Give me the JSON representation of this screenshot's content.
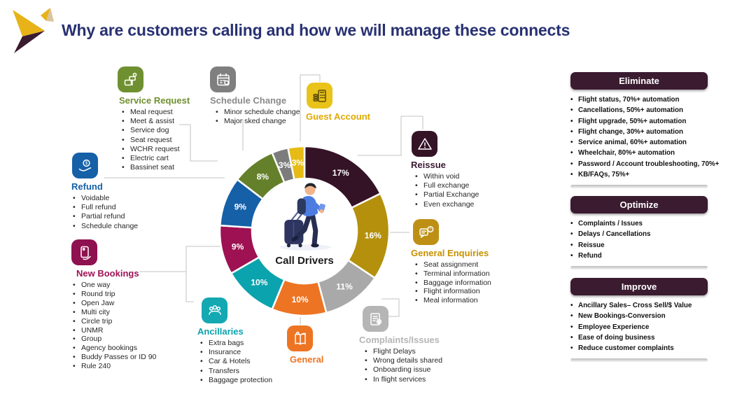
{
  "slide": {
    "title": "Why are customers calling and how we will manage these connects"
  },
  "ui": {
    "title_color": "#283172",
    "panel_header_bg": "#3a1b30",
    "connector_gray": "#cfcfcf"
  },
  "brand": {
    "gold": "#e7b319",
    "plum": "#3a1b30",
    "tan": "#d9c49c"
  },
  "donut": {
    "center_label": "Call Drivers"
  },
  "chart_data": {
    "type": "pie",
    "subtype": "donut",
    "title": "Call Drivers",
    "unit": "%",
    "legend_position": "around",
    "slices": [
      {
        "label": "Reissue",
        "value": 17,
        "color": "#351327"
      },
      {
        "label": "General Enquiries",
        "value": 16,
        "color": "#b4900d"
      },
      {
        "label": "Complaints/Issues",
        "value": 11,
        "color": "#a9a9a9"
      },
      {
        "label": "General",
        "value": 10,
        "color": "#ed7423"
      },
      {
        "label": "Ancillaries",
        "value": 10,
        "color": "#0ba3ad"
      },
      {
        "label": "New Bookings",
        "value": 9,
        "color": "#9e1152"
      },
      {
        "label": "Refund",
        "value": 9,
        "color": "#1660a8"
      },
      {
        "label": "Service Request",
        "value": 8,
        "color": "#64802a"
      },
      {
        "label": "Schedule Change",
        "value": 3,
        "color": "#7c7c7c"
      },
      {
        "label": "Guest Account",
        "value": 3,
        "color": "#e6bb15"
      }
    ]
  },
  "categories": {
    "service_request": {
      "label": "Service Request",
      "color": "#6f9030",
      "tile": "#6f9030",
      "items": [
        "Meal request",
        "Meet & assist",
        "Service dog",
        "Seat request",
        "WCHR request",
        "Electric cart",
        "Bassinet seat"
      ]
    },
    "schedule_change": {
      "label": "Schedule Change",
      "color": "#8a8a8a",
      "tile": "#7f7f7f",
      "items": [
        "Minor schedule change",
        "Major sked change"
      ]
    },
    "guest_account": {
      "label": "Guest Account",
      "color": "#e0a900",
      "tile": "#e9c319",
      "items": []
    },
    "reissue": {
      "label": "Reissue",
      "color": "#3a1b33",
      "tile": "#351327",
      "items": [
        "Within void",
        "Full exchange",
        "Partial Exchange",
        "Even exchange"
      ]
    },
    "general_enquiries": {
      "label": "General Enquiries",
      "color": "#c79100",
      "tile": "#bd9015",
      "items": [
        "Seat assignment",
        "Terminal information",
        "Baggage information",
        "Flight information",
        "Meal information"
      ]
    },
    "complaints_issues": {
      "label": "Complaints/Issues",
      "color": "#b5b5b5",
      "tile": "#b5b5b5",
      "items": [
        "Flight Delays",
        "Wrong details shared",
        "Onboarding issue",
        "In flight services"
      ]
    },
    "general": {
      "label": "General",
      "color": "#ed7423",
      "tile": "#ed7423",
      "items": []
    },
    "ancillaries": {
      "label": "Ancillaries",
      "color": "#0ba3ad",
      "tile": "#13a8b2",
      "items": [
        "Extra bags",
        "Insurance",
        "Car & Hotels",
        "Transfers",
        "Baggage protection"
      ]
    },
    "new_bookings": {
      "label": "New Bookings",
      "color": "#9c1355",
      "tile": "#8e1150",
      "items": [
        "One way",
        "Round trip",
        "Open Jaw",
        "Multi city",
        "Circle trip",
        "UNMR",
        "Group",
        "Agency bookings",
        "Buddy Passes or ID 90",
        "Rule 240"
      ]
    },
    "refund": {
      "label": "Refund",
      "color": "#1660a8",
      "tile": "#1660a8",
      "items": [
        "Voidable",
        "Full refund",
        "Partial refund",
        "Schedule change"
      ]
    }
  },
  "panels": [
    {
      "title": "Eliminate",
      "items": [
        "Flight status, 70%+ automation",
        "Cancellations, 50%+ automation",
        "Flight upgrade, 50%+ automation",
        "Flight change, 30%+ automation",
        "Service animal, 60%+ automation",
        "Wheelchair, 80%+ automation",
        "Password / Account troubleshooting, 70%+",
        "KB/FAQs, 75%+"
      ]
    },
    {
      "title": "Optimize",
      "items": [
        "Complaints / Issues",
        "Delays / Cancellations",
        "Reissue",
        "Refund"
      ]
    },
    {
      "title": "Improve",
      "items": [
        "Ancillary Sales– Cross Sell/$ Value",
        "New Bookings-Conversion",
        "Employee Experience",
        "Ease of doing business",
        "Reduce customer complaints"
      ]
    }
  ]
}
